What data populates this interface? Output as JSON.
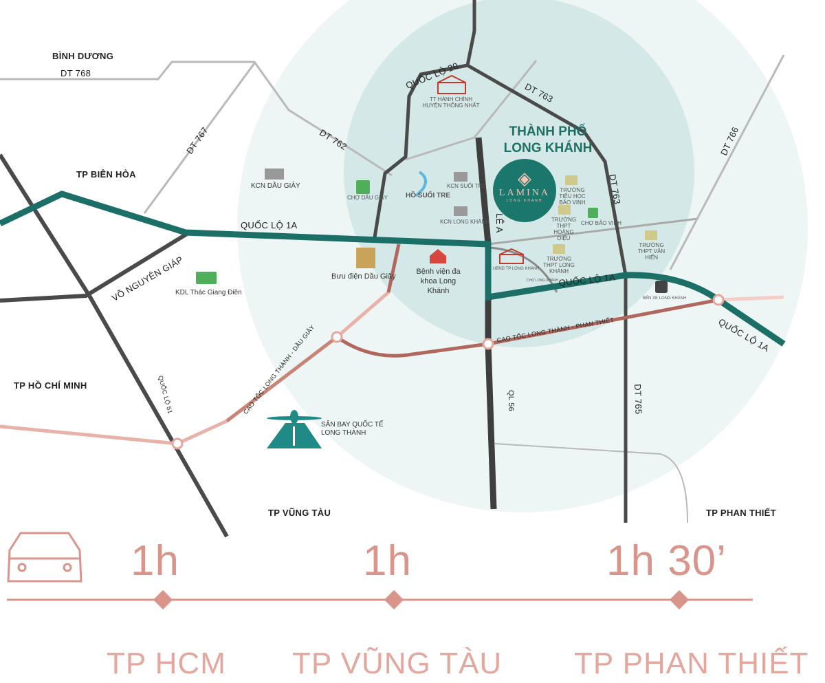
{
  "map": {
    "regions": {
      "binh_duong": "BÌNH DƯƠNG",
      "bien_hoa": "TP BIÊN HÒA",
      "hcm": "TP HỒ CHÍ MINH",
      "vung_tau": "TP VŨNG TÀU",
      "phan_thiet": "TP PHAN THIẾT",
      "long_khanh": "THÀNH PHỐ LONG KHÁNH"
    },
    "roads": {
      "dt768": "DT 768",
      "dt767": "DT 767",
      "dt762": "DT 762",
      "dt763a": "DT 763",
      "dt763b": "DT 763",
      "dt766": "DT 766",
      "dt765": "DT 765",
      "ql20": "QUỐC LỘ 20",
      "ql1a_west": "QUỐC LỘ 1A",
      "ql1a_mid": "QUỐC LỘ 1A",
      "ql1a_east": "QUỐC LỘ 1A",
      "vo_nguyen_giap": "VÕ NGUYÊN GIÁP",
      "le_a": "LÊ A",
      "ql56": "QL 56",
      "ql51": "QUỐC LỘ 51",
      "ct_ltdg": "CAO TỐC LONG THÀNH - DẦU GIÂY",
      "ct_ltpt": "CAO TỐC LONG THÀNH - PHAN THIẾT"
    },
    "pois": {
      "tt_hanh_chinh": "TT HÀNH CHÍNH HUYỆN THỐNG NHẤT",
      "kcn_dau_giay": "KCN DẦU GIÂY",
      "cho_dau_giay": "CHỢ DẦU GIÂY",
      "ho_suoi_tre": "HỒ SUỐI TRE",
      "kcn_suoi_tre": "KCN SUỐI TRE",
      "kcn_long_khanh": "KCN LONG KHÁNH",
      "th_bao_vinh": "TRƯỜNG TIỂU HỌC BẢO VINH",
      "thpt_hoang_dieu": "TRƯỜNG THPT HOÀNG DIỆU",
      "cho_bao_vinh": "CHỢ BẢO VINH",
      "thpt_van_hien": "TRƯỜNG THPT VĂN HIẾN",
      "thpt_long_khanh": "TRƯỜNG THPT LONG KHÁNH",
      "ubnd": "UBND TP LONG KHÁNH",
      "cho_long_khanh": "CHỢ LONG KHÁNH",
      "ben_xe": "BẾN XE LONG KHÁNH",
      "buu_dien": "Bưu điện Dầu Giây",
      "benh_vien": "Bệnh viện đa khoa Long Khánh",
      "kdl": "KDL Thác Giang Điền",
      "san_bay": "SÂN BAY QUỐC TẾ LONG THÀNH"
    },
    "logo": {
      "name": "LAMINA",
      "sub": "LONG KHANH"
    }
  },
  "travel": [
    {
      "time": "1h",
      "destination": "TP HCM"
    },
    {
      "time": "1h",
      "destination": "TP VŨNG TÀU"
    },
    {
      "time": "1h 30’",
      "destination": "TP PHAN THIẾT"
    }
  ],
  "colors": {
    "teal": "#1b6f66",
    "salmon": "#d9958b",
    "expressway": "#b0685e"
  }
}
